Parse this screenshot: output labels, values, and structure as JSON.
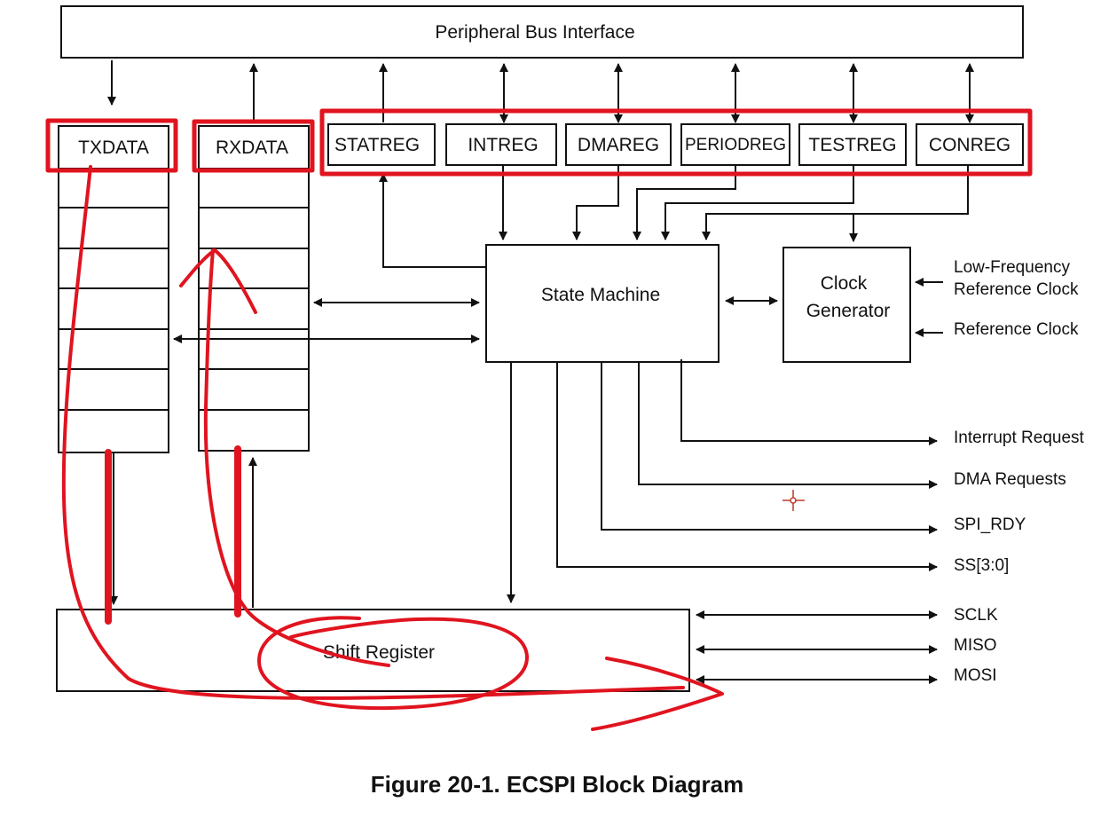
{
  "bus": {
    "label": "Peripheral Bus Interface"
  },
  "fifos": {
    "tx": "TXDATA",
    "rx": "RXDATA"
  },
  "registers": [
    "STATREG",
    "INTREG",
    "DMAREG",
    "PERIODREG",
    "TESTREG",
    "CONREG"
  ],
  "state_machine": {
    "label": "State Machine"
  },
  "clock_generator": {
    "line1": "Clock",
    "line2": "Generator"
  },
  "clock_inputs": {
    "low_freq_line1": "Low-Frequency",
    "low_freq_line2": "Reference Clock",
    "ref_clock": "Reference Clock"
  },
  "outputs": [
    "Interrupt Request",
    "DMA Requests",
    "SPI_RDY",
    "SS[3:0]"
  ],
  "spi_pins": [
    "SCLK",
    "MISO",
    "MOSI"
  ],
  "shift_register": {
    "label": "Shift Register"
  },
  "caption": "Figure 20-1. ECSPI Block Diagram",
  "colors": {
    "annotation_red": "#e0141f",
    "line": "#111111"
  }
}
